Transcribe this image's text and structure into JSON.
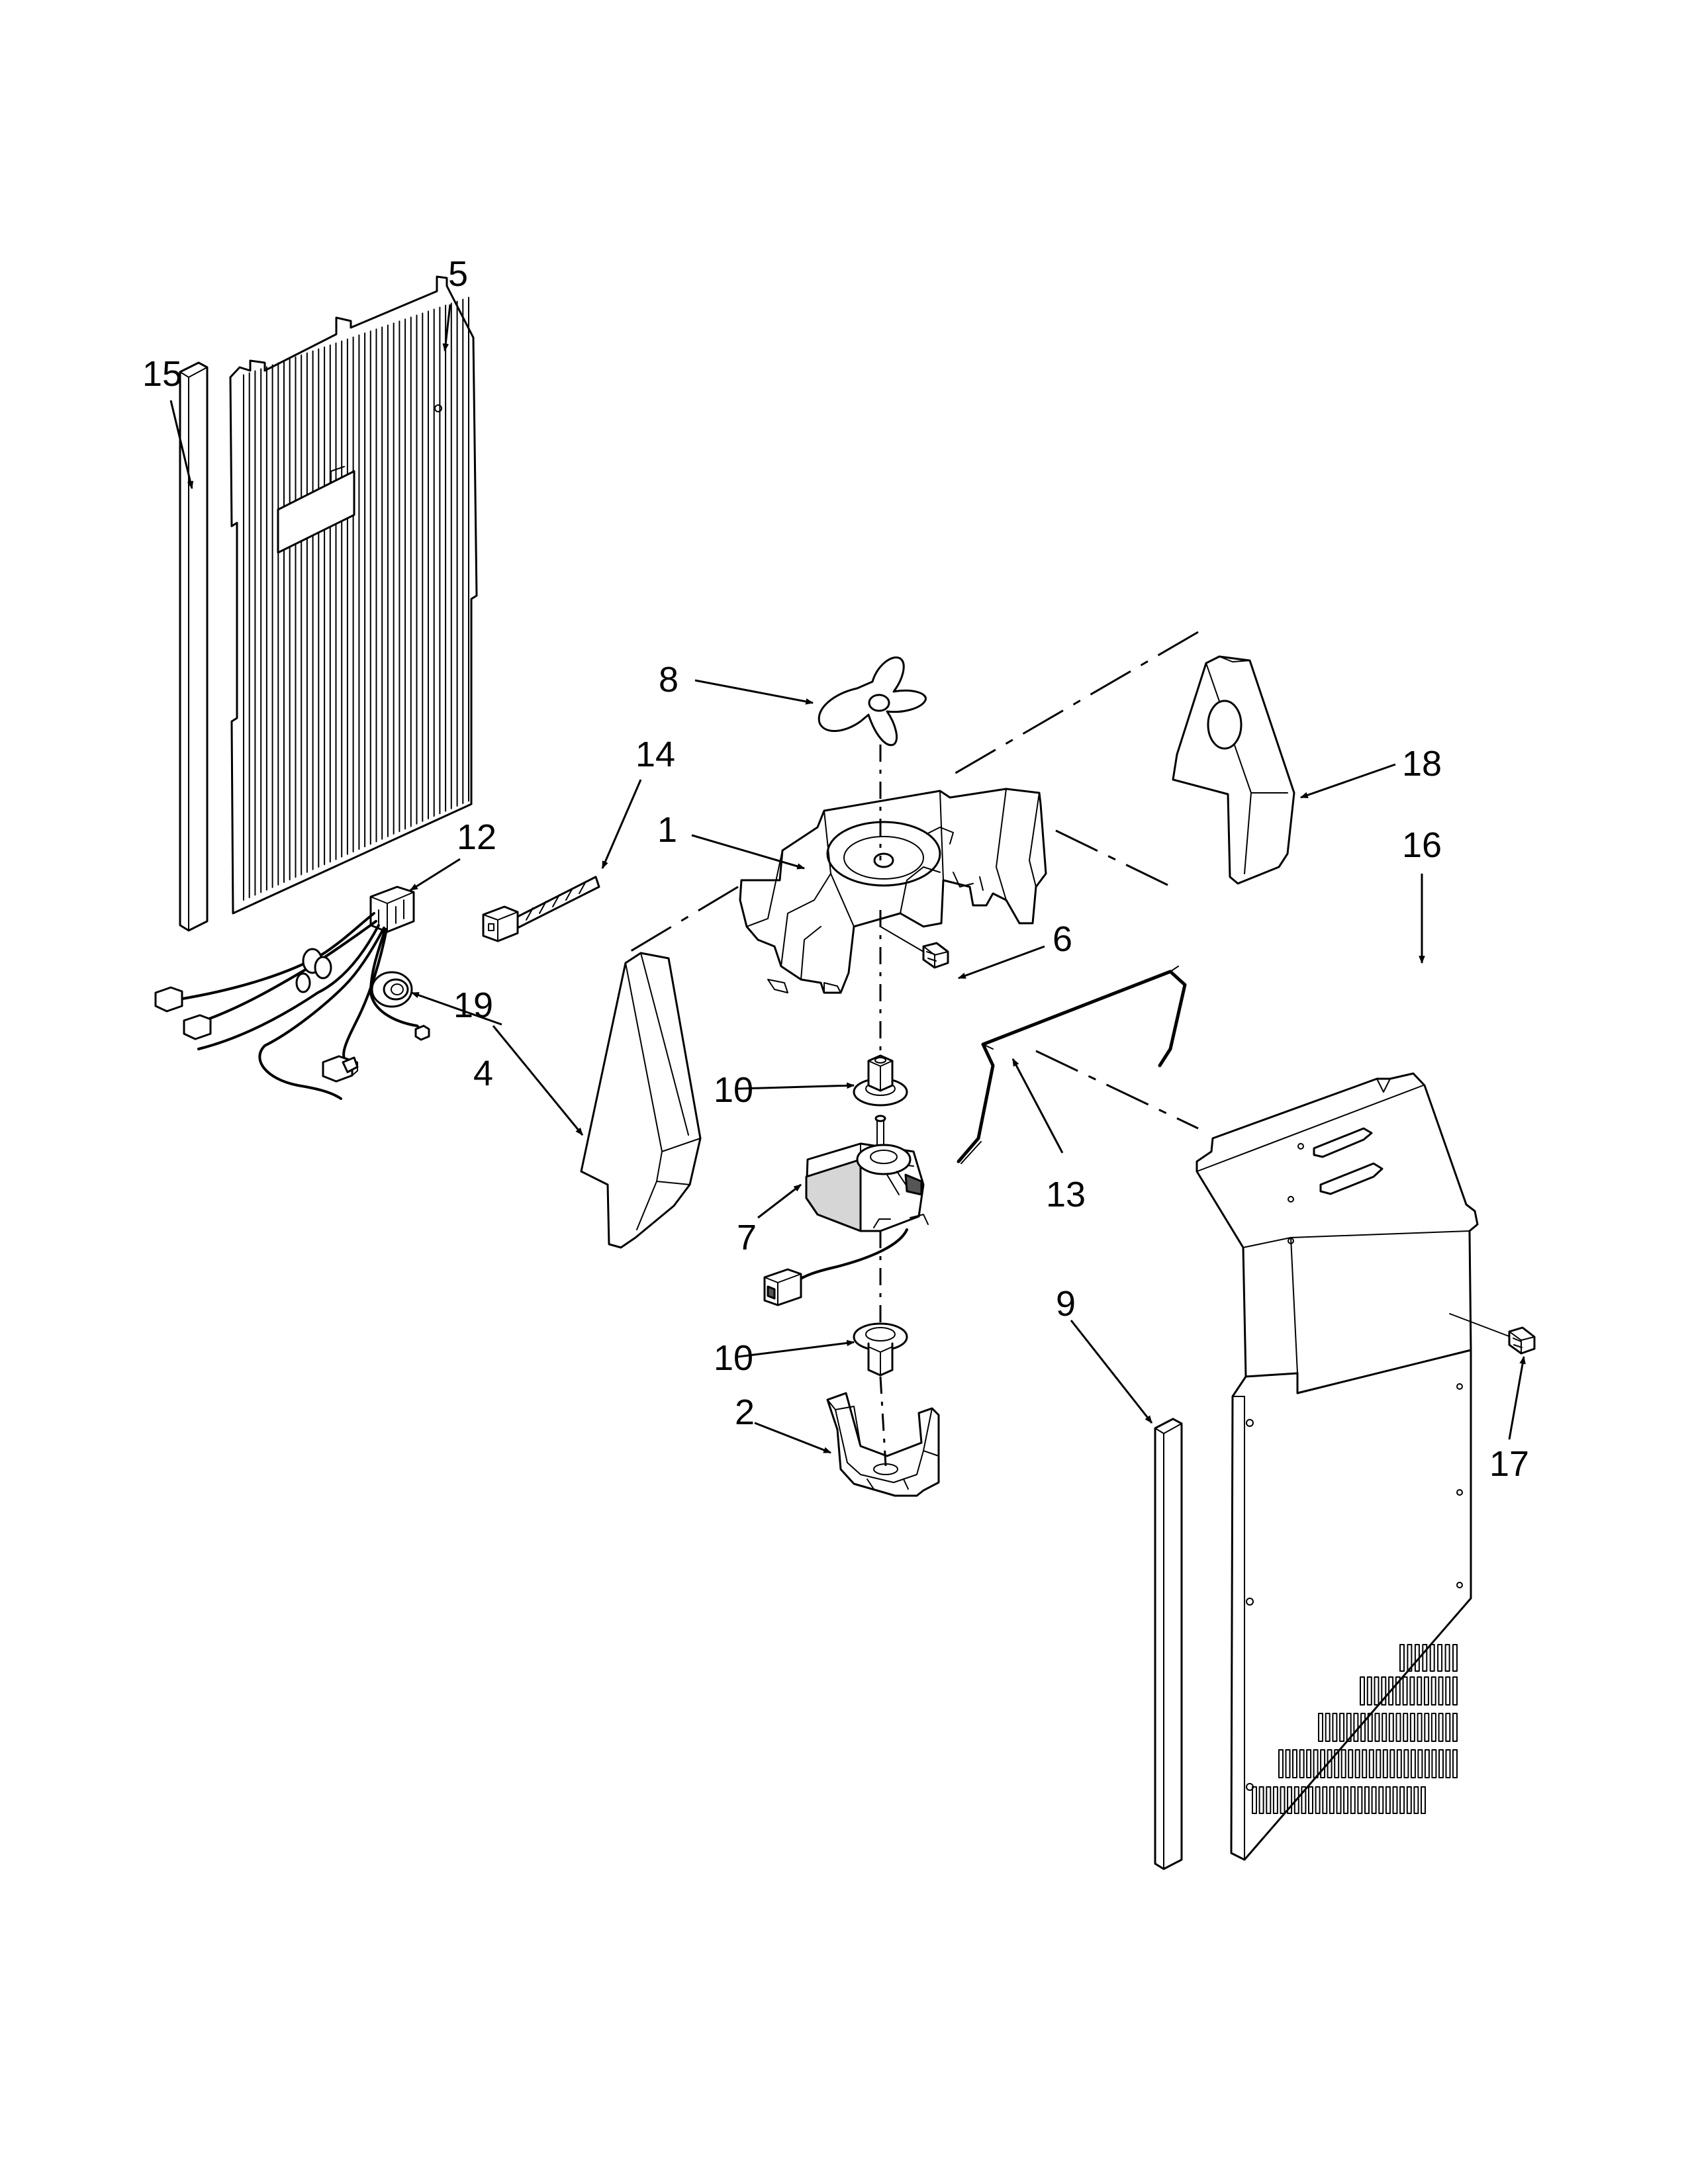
{
  "callouts": {
    "p1": "1",
    "p2": "2",
    "p4": "4",
    "p5": "5",
    "p6": "6",
    "p7": "7",
    "p8": "8",
    "p9": "9",
    "p10a": "10",
    "p10b": "10",
    "p12": "12",
    "p13": "13",
    "p14": "14",
    "p15": "15",
    "p16": "16",
    "p17": "17",
    "p18": "18",
    "p19": "19"
  }
}
